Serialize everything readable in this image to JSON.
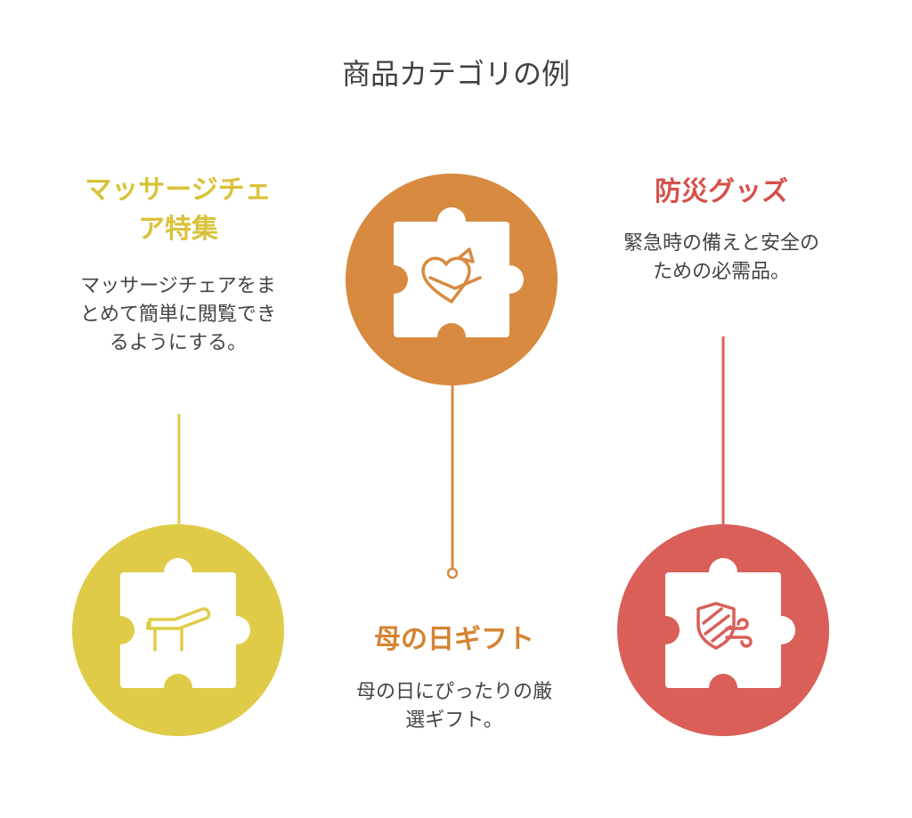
{
  "title": "商品カテゴリの例",
  "categories": [
    {
      "heading_line1": "マッサージチェ",
      "heading_line2": "ア特集",
      "desc_line1": "マッサージチェアをま",
      "desc_line2": "とめて簡単に閲覧でき",
      "desc_line3": "るようにする。",
      "color": "#dfcb47",
      "icon": "massage-chair-icon"
    },
    {
      "heading": "母の日ギフト",
      "desc_line1": "母の日にぴったりの厳",
      "desc_line2": "選ギフト。",
      "color": "#d78a40",
      "icon": "gift-heart-icon"
    },
    {
      "heading": "防災グッズ",
      "desc_line1": "緊急時の備えと安全の",
      "desc_line2": "ための必需品。",
      "color": "#d95f58",
      "icon": "shield-wind-icon"
    }
  ]
}
